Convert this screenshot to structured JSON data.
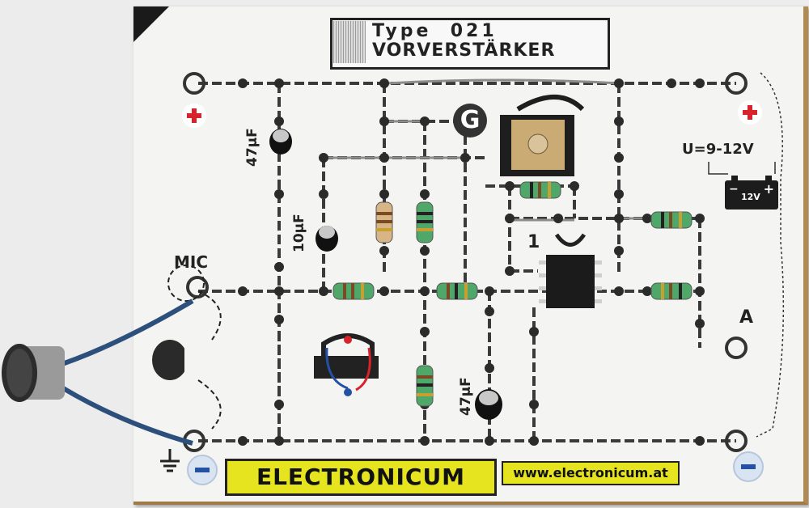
{
  "board": {
    "title_line1": "Type  021",
    "title_line2": "VORVERSTÄRKER",
    "label_mic": "MIC",
    "label_supply": "U=9-12V",
    "label_output": "A",
    "label_battery": "12V",
    "label_battery_minus": "−",
    "label_battery_plus": "+",
    "label_gain": "G",
    "label_ic_pin1": "1",
    "cap_47uF_top": "47µF",
    "cap_10uF": "10µF",
    "cap_47uF_bottom": "47µF",
    "brand": "ELECTRONICUM",
    "website": "www.electronicum.at"
  },
  "colors": {
    "board": "#f4f4f2",
    "trace": "#3a3a3a",
    "brand_yellow": "#e5e41e",
    "plus_red": "#d8232a",
    "minus_blue": "#2451a3",
    "resistor_green": "#4fa86a",
    "wire_blue": "#2d4f7c",
    "wood_edge": "#b08a50"
  },
  "icons": [
    "plus-icon",
    "minus-icon",
    "ground-icon",
    "battery-icon",
    "microphone-icon",
    "gain-icon",
    "swap-icon"
  ]
}
